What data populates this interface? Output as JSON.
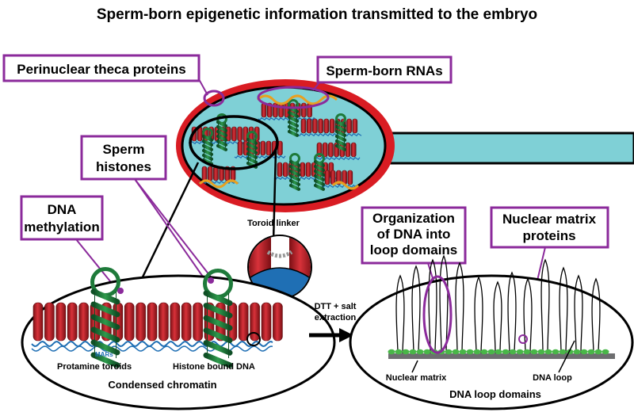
{
  "title": "Sperm-born epigenetic information transmitted to the embryo",
  "labels": {
    "perinuclear_theca": "Perinuclear theca proteins",
    "sperm_rnas": "Sperm-born RNAs",
    "sperm_histones_1": "Sperm",
    "sperm_histones_2": "histones",
    "dna_methylation_1": "DNA",
    "dna_methylation_2": "methylation",
    "loop_org_1": "Organization",
    "loop_org_2": "of DNA into",
    "loop_org_3": "loop domains",
    "nuclear_matrix_proteins_1": "Nuclear matrix",
    "nuclear_matrix_proteins_2": "proteins",
    "toroid_linker": "Toroid linker",
    "mars": "MARs",
    "protamine_toroids": "Protamine toroids",
    "histone_bound_dna": "Histone bound DNA",
    "condensed_chromatin": "Condensed chromatin",
    "dtt_1": "DTT + salt",
    "dtt_2": "extraction",
    "nuclear_matrix": "Nuclear matrix",
    "dna_loop": "DNA loop",
    "dna_loop_domains": "DNA loop domains"
  },
  "colors": {
    "callout_border": "#8b2a9b",
    "sperm_outline_red": "#d91c23",
    "sperm_fill": "#7fd0d6",
    "protamine_red": "#c1272d",
    "histone_green": "#1e7a3a",
    "dna_blue": "#1f6fb4",
    "rna_orange": "#e8a020",
    "matrix_green": "#49b648",
    "matrix_gray": "#6d6e70"
  }
}
